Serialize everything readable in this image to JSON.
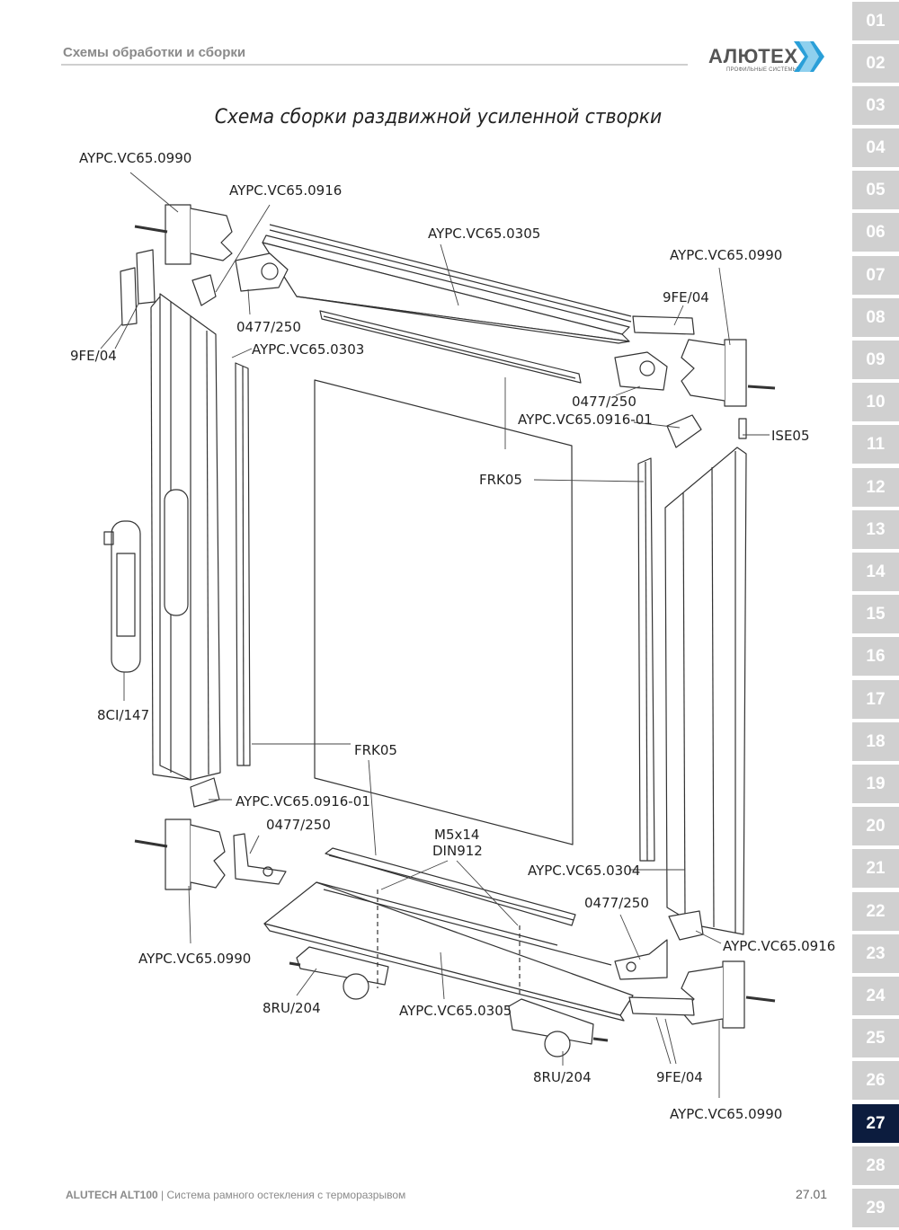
{
  "header": {
    "section_title": "Схемы обработки и сборки",
    "logo_name": "АЛЮТЕХ",
    "logo_tagline": "ПРОФИЛЬНЫЕ СИСТЕМЫ",
    "logo_color": "#2a9fd8"
  },
  "diagram": {
    "title": "Схема сборки раздвижной усиленной створки",
    "labels": {
      "top_left_corner": "AYPC.VC65.0990",
      "top_left_angle": "AYPC.VC65.0916",
      "top_profile": "AYPC.VC65.0305",
      "top_right_corner": "AYPC.VC65.0990",
      "top_right_9fe": "9FE/04",
      "left_9fe": "9FE/04",
      "top_left_0477": "0477/250",
      "left_profile_0303": "AYPC.VC65.0303",
      "top_right_0477": "0477/250",
      "top_right_angle_01": "AYPC.VC65.0916-01",
      "ise05": "ISE05",
      "frk05_top": "FRK05",
      "handle": "8CI/147",
      "frk05_bottom": "FRK05",
      "bottom_left_angle_01": "AYPC.VC65.0916-01",
      "bottom_left_0477": "0477/250",
      "screw_line1": "M5x14",
      "screw_line2": "DIN912",
      "right_profile_0304": "AYPC.VC65.0304",
      "bottom_right_0477": "0477/250",
      "bottom_right_angle": "AYPC.VC65.0916",
      "bottom_left_corner": "AYPC.VC65.0990",
      "roller_left": "8RU/204",
      "bottom_profile": "AYPC.VC65.0305",
      "roller_right": "8RU/204",
      "bottom_right_9fe": "9FE/04",
      "bottom_right_corner": "AYPC.VC65.0990"
    }
  },
  "tabs": [
    "01",
    "02",
    "03",
    "04",
    "05",
    "06",
    "07",
    "08",
    "09",
    "10",
    "11",
    "12",
    "13",
    "14",
    "15",
    "16",
    "17",
    "18",
    "19",
    "20",
    "21",
    "22",
    "23",
    "24",
    "25",
    "26",
    "27",
    "28",
    "29"
  ],
  "active_tab": "27",
  "footer": {
    "brand": "ALUTECH ALT100",
    "separator": " | ",
    "description": "Система рамного остекления с терморазрывом",
    "page_number": "27.01"
  }
}
